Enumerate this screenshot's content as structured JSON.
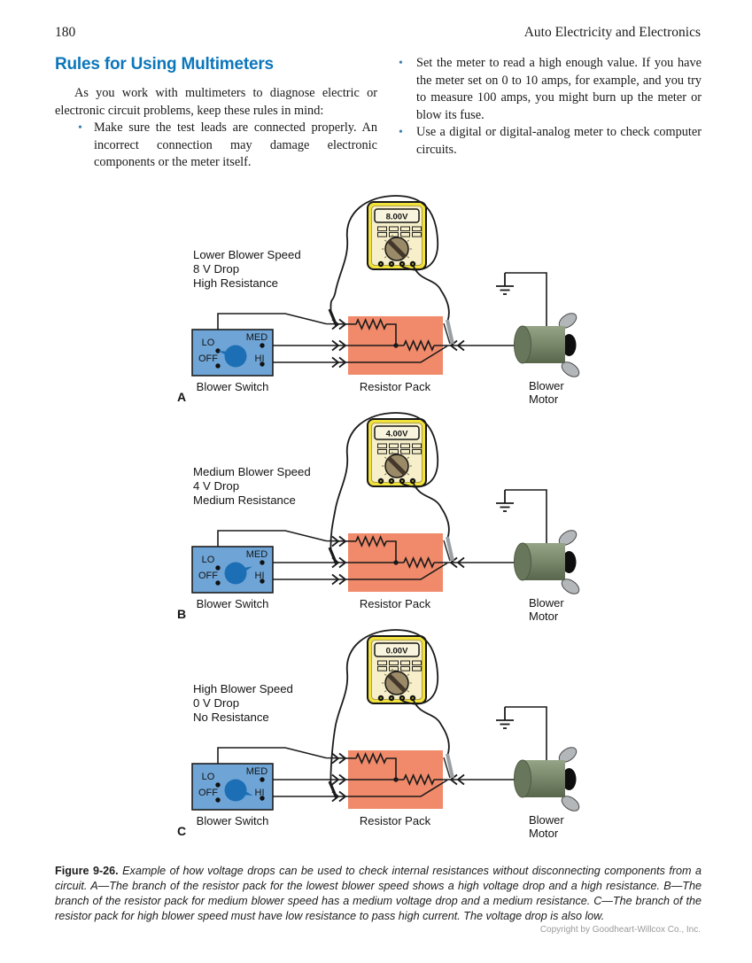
{
  "page": {
    "number": "180",
    "running_head": "Auto Electricity and Electronics"
  },
  "article": {
    "heading": "Rules for Using Multimeters",
    "intro": "As you work with multimeters to diagnose electric or electronic circuit problems, keep these rules in mind:",
    "left_bullets": [
      "Make sure the test leads are connected properly. An incorrect connection may damage electronic components or the meter itself."
    ],
    "right_bullets": [
      "Set the meter to read a high enough value. If you have the meter set on 0 to 10 amps, for example, and you try to measure 100 amps, you might burn up the meter or blow its fuse.",
      "Use a digital or digital-analog meter to check computer circuits."
    ]
  },
  "figure": {
    "shared": {
      "switch_label": "Blower Switch",
      "pack_label": "Resistor Pack",
      "motor_label_line1": "Blower",
      "motor_label_line2": "Motor",
      "switch_positions": {
        "lo": "LO",
        "med": "MED",
        "off": "OFF",
        "hi": "HI"
      }
    },
    "panels": [
      {
        "letter": "A",
        "caption_lines": [
          "Lower Blower Speed",
          "8 V Drop",
          "High Resistance"
        ],
        "meter_reading": "8.00V",
        "switch_position": "LO",
        "probe_line": 0
      },
      {
        "letter": "B",
        "caption_lines": [
          "Medium Blower Speed",
          "4 V Drop",
          "Medium Resistance"
        ],
        "meter_reading": "4.00V",
        "switch_position": "MED",
        "probe_line": 1
      },
      {
        "letter": "C",
        "caption_lines": [
          "High Blower Speed",
          "0 V Drop",
          "No Resistance"
        ],
        "meter_reading": "0.00V",
        "switch_position": "HI",
        "probe_line": 2
      }
    ],
    "caption_bold": "Figure 9-26.",
    "caption_text": " Example of how voltage drops can be used to check internal resistances without disconnecting components from a circuit. A—The branch of the resistor pack for the lowest blower speed shows a high voltage drop and a high resistance. B—The branch of the resistor pack for medium blower speed has a medium voltage drop and a medium resistance. C—The branch of the resistor pack for high blower speed must have low resistance to pass high current. The voltage drop is also low."
  },
  "footer": {
    "copyright": "Copyright by Goodheart-Willcox Co., Inc."
  },
  "colors": {
    "heading": "#0c76bb",
    "bullet": "#3c7fb1",
    "switch_box": "#6fa5d6",
    "knob": "#1d6fb5",
    "resistor_pack": "#f08a6a",
    "meter_body": "#f2e23c",
    "meter_face": "#f6efc9",
    "dial": "#9b8a68",
    "motor_light": "#95a387",
    "motor_mid": "#7b8a6d",
    "motor_dark": "#58674c",
    "fan": "#b3b7ba",
    "wire": "#1a1a1a"
  }
}
